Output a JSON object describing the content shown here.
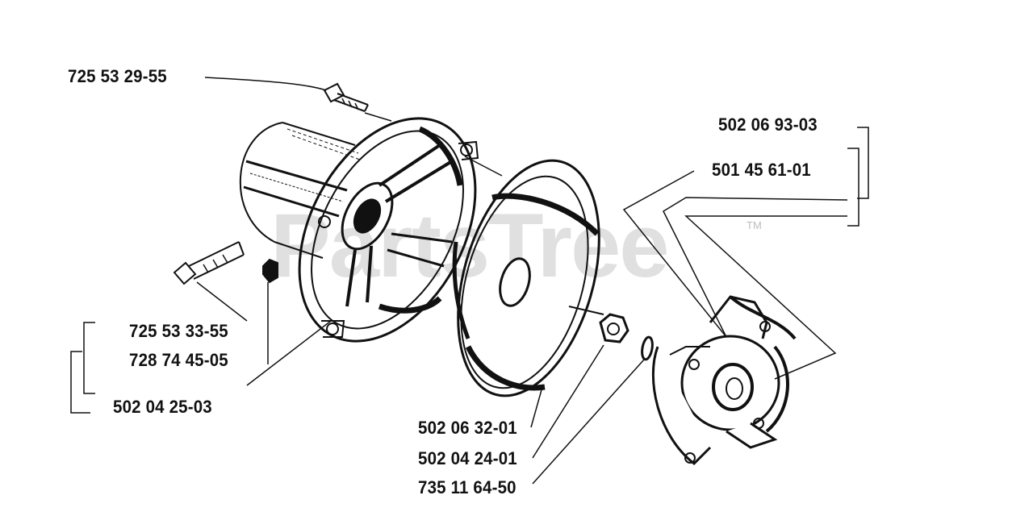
{
  "diagram": {
    "watermark": "PartsTree",
    "watermark_mark": "TM",
    "parts": {
      "bolt_top": "725 53 29-55",
      "kit_right": "502 06 93-03",
      "clutch_assembly": "501 45 61-01",
      "bolt_left": "725 53 33-55",
      "plug_nipple": "728 74 45-05",
      "clutch_housing": "502 04 25-03",
      "clutch_drum": "502 06 32-01",
      "nut": "502 04 24-01",
      "washer": "735 11 64-50"
    }
  }
}
